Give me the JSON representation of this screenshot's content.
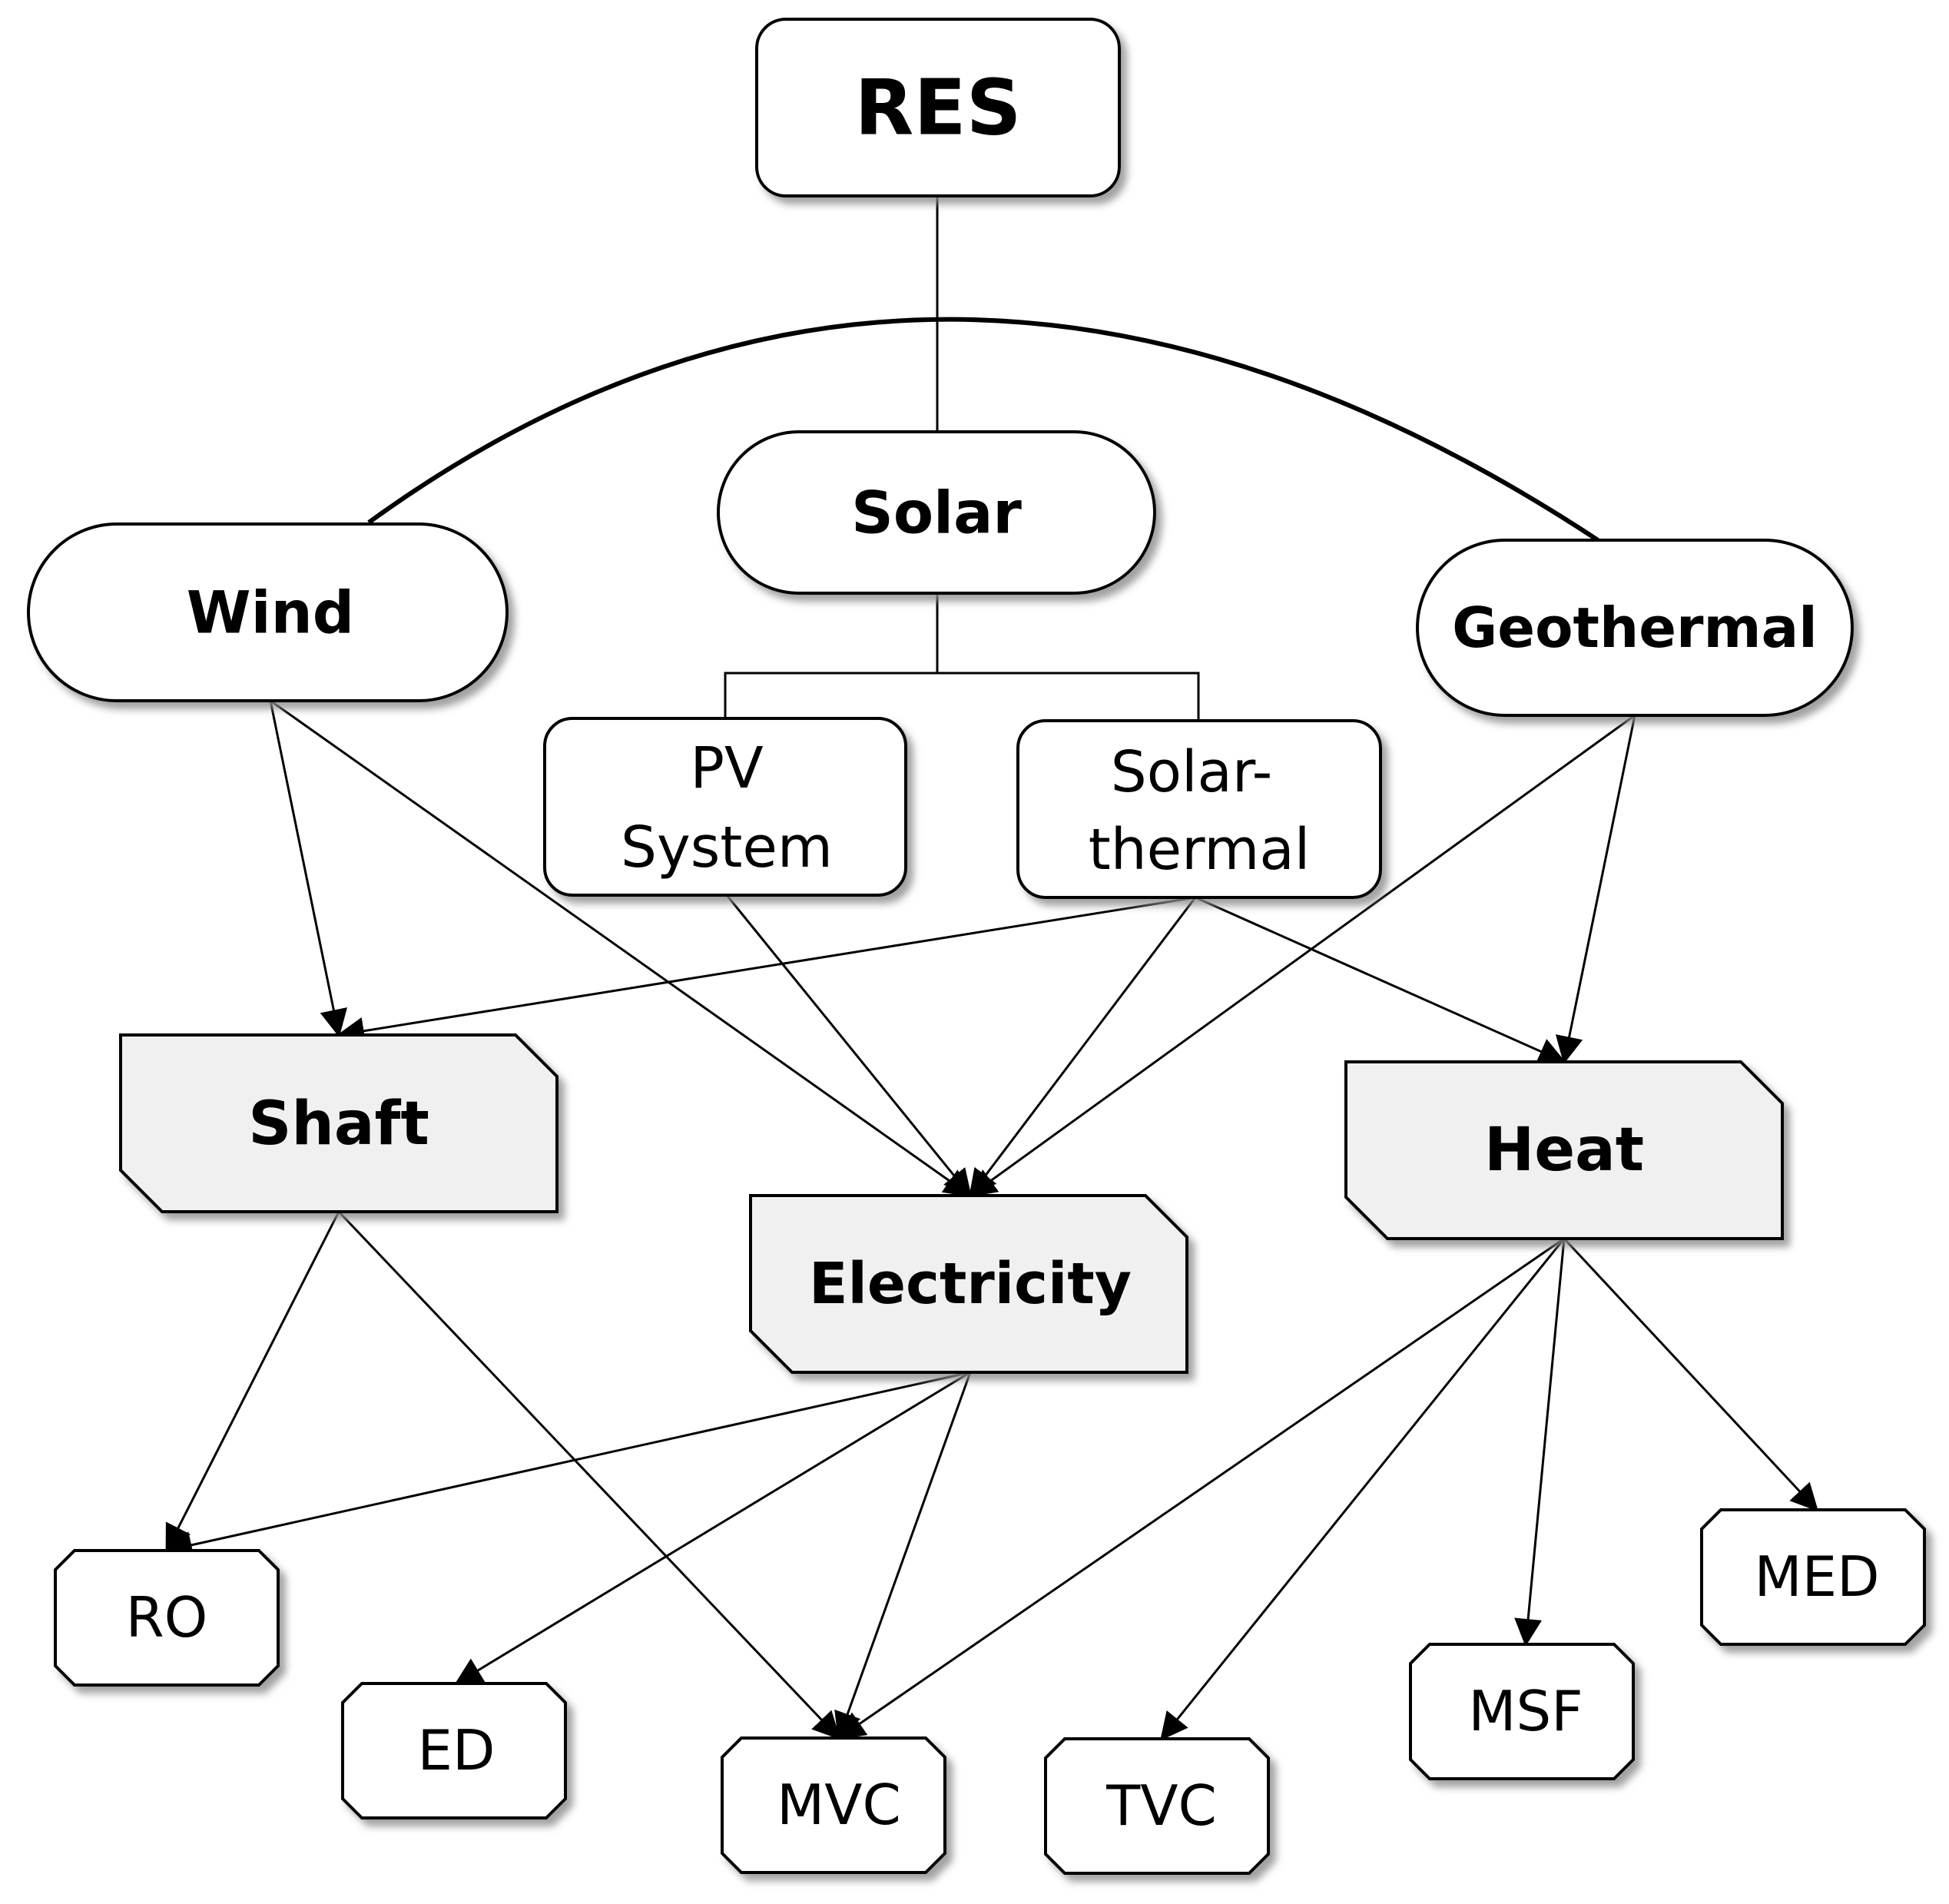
{
  "nodes": {
    "res": "RES",
    "solar": "Solar",
    "wind": "Wind",
    "geothermal": "Geothermal",
    "pv": [
      "PV",
      "System"
    ],
    "solar_thermal": [
      "Solar-",
      "thermal"
    ],
    "shaft": "Shaft",
    "electricity": "Electricity",
    "heat": "Heat",
    "ro": "RO",
    "ed": "ED",
    "mvc": "MVC",
    "tvc": "TVC",
    "msf": "MSF",
    "med": "MED"
  },
  "edges": [
    {
      "from": "wind",
      "to": "shaft"
    },
    {
      "from": "wind",
      "to": "electricity"
    },
    {
      "from": "pv",
      "to": "electricity"
    },
    {
      "from": "solar_thermal",
      "to": "shaft"
    },
    {
      "from": "solar_thermal",
      "to": "electricity"
    },
    {
      "from": "solar_thermal",
      "to": "heat"
    },
    {
      "from": "geothermal",
      "to": "electricity"
    },
    {
      "from": "geothermal",
      "to": "heat"
    },
    {
      "from": "shaft",
      "to": "ro"
    },
    {
      "from": "shaft",
      "to": "mvc"
    },
    {
      "from": "electricity",
      "to": "ro"
    },
    {
      "from": "electricity",
      "to": "ed"
    },
    {
      "from": "electricity",
      "to": "mvc"
    },
    {
      "from": "heat",
      "to": "mvc"
    },
    {
      "from": "heat",
      "to": "tvc"
    },
    {
      "from": "heat",
      "to": "msf"
    },
    {
      "from": "heat",
      "to": "med"
    }
  ],
  "colors": {
    "stroke": "#000000",
    "box_fill": "#ffffff",
    "carrier_fill": "#f0f0f0",
    "shadow": "#8a8a8a"
  }
}
